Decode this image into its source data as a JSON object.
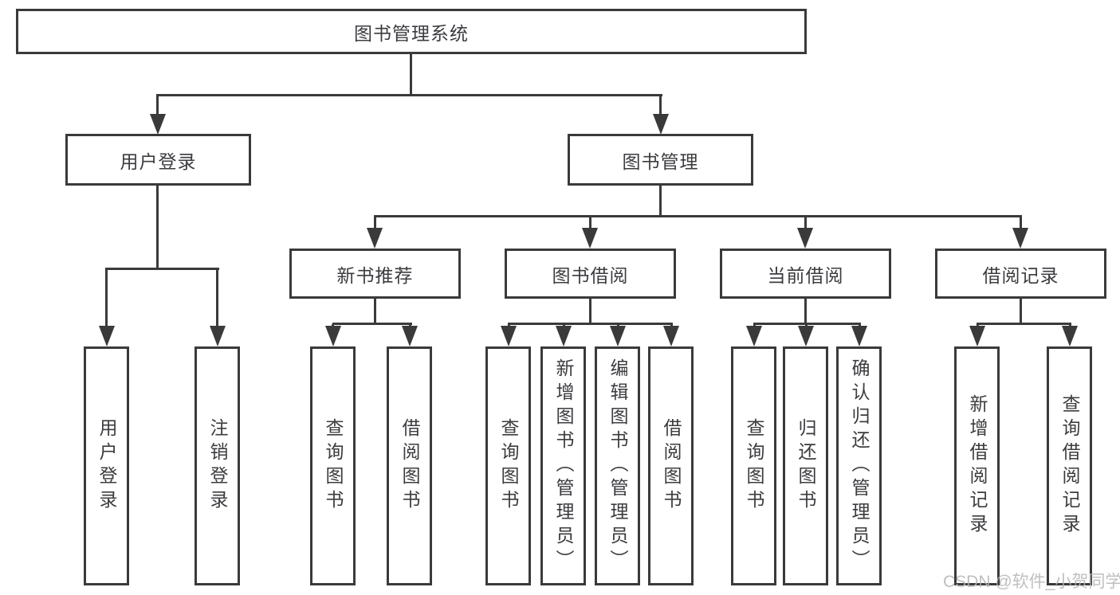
{
  "watermark": {
    "text": "CSDN @软件_小贺同学"
  },
  "colors": {
    "line": "#3a3a3a",
    "text": "#3c3c40",
    "box_bg": "#ffffff",
    "watermark": "#b5b5b5"
  },
  "diagram": {
    "type": "tree",
    "root": {
      "label": "图书管理系统"
    },
    "branches": [
      {
        "label": "用户登录",
        "leaves": [
          {
            "label": "用户登录"
          },
          {
            "label": "注销登录"
          }
        ]
      },
      {
        "label": "图书管理",
        "sections": [
          {
            "label": "新书推荐",
            "leaves": [
              {
                "label": "查询图书"
              },
              {
                "label": "借阅图书"
              }
            ]
          },
          {
            "label": "图书借阅",
            "leaves": [
              {
                "label": "查询图书"
              },
              {
                "label": "新增图书（管理员）"
              },
              {
                "label": "编辑图书（管理员）"
              },
              {
                "label": "借阅图书"
              }
            ]
          },
          {
            "label": "当前借阅",
            "leaves": [
              {
                "label": "查询图书"
              },
              {
                "label": "归还图书"
              },
              {
                "label": "确认归还（管理员）"
              }
            ]
          },
          {
            "label": "借阅记录",
            "leaves": [
              {
                "label": "新增借阅记录"
              },
              {
                "label": "查询借阅记录"
              }
            ]
          }
        ]
      }
    ]
  }
}
